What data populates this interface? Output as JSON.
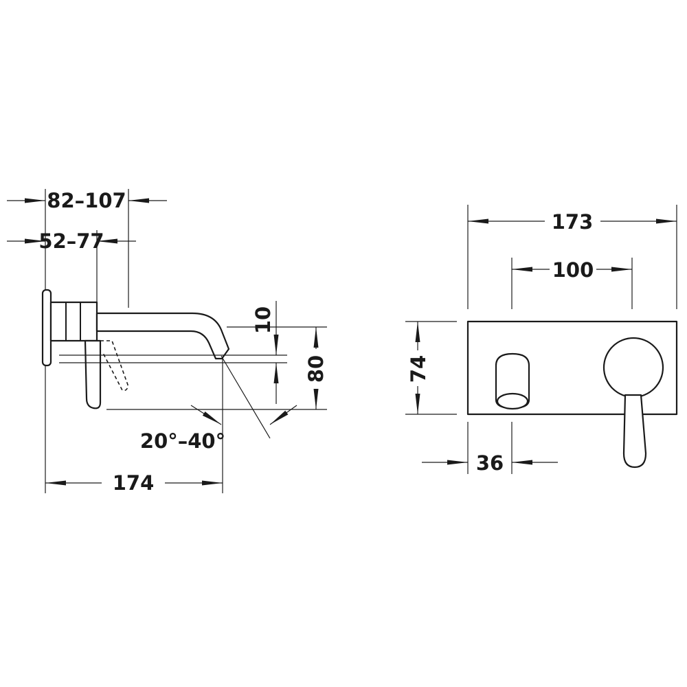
{
  "side_view": {
    "dims": {
      "projection_max": "82–107",
      "projection_min": "52–77",
      "height_10": "10",
      "height_80": "80",
      "angle": "20°–40°",
      "spout_length": "174"
    }
  },
  "front_view": {
    "dims": {
      "plate_width": "173",
      "centers": "100",
      "plate_height": "74",
      "spout_offset": "36"
    }
  }
}
